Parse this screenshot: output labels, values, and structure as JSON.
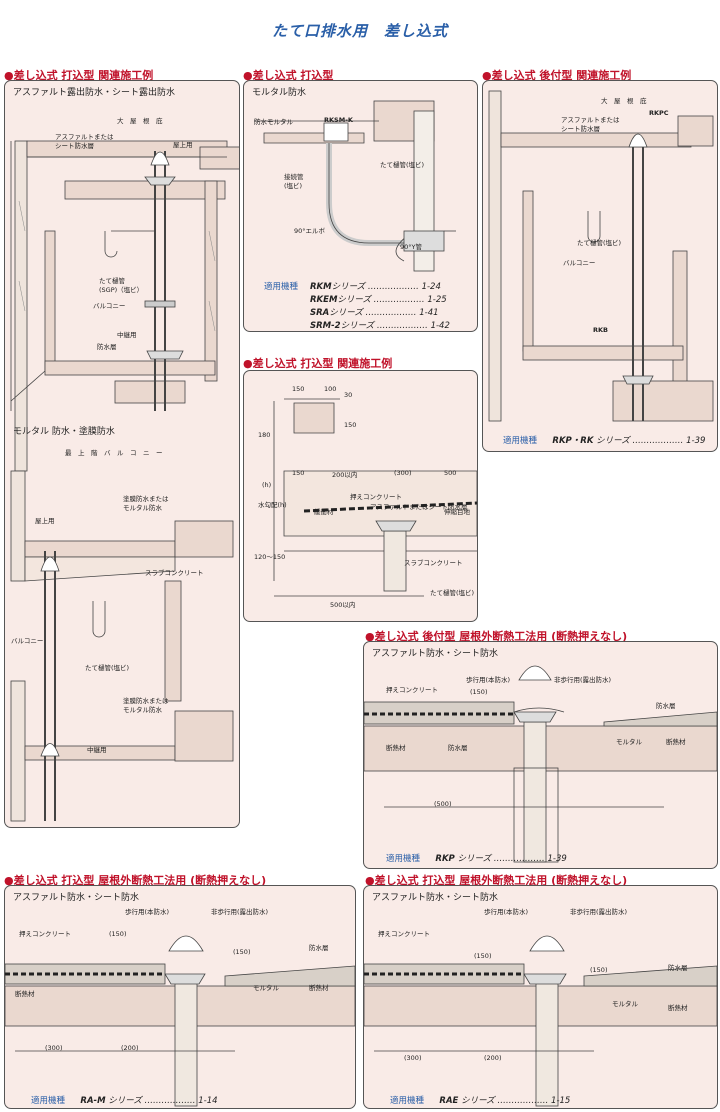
{
  "page_title": "たて口排水用　差し込式",
  "sections": {
    "s1": {
      "heading": "●差し込式 打込型 関連施工例",
      "sub1": "アスファルト露出防水・シート露出防水",
      "sub1_labels": [
        "大　屋　根　庇",
        "屋上用",
        "アスファルトまたは",
        "シート防水層",
        "たて樋管",
        "(SGP)（塩ビ）",
        "バルコニー",
        "中継用",
        "防水層"
      ],
      "sub2": "モルタル 防水・塗膜防水",
      "sub2_labels": [
        "最　上　階　バ　ル　コ　ニ　ー",
        "塗膜防水または",
        "モルタル防水",
        "屋上用",
        "スラブコンクリート",
        "バルコニー",
        "たて樋管(塩ビ)",
        "塗膜防水または",
        "モルタル防水",
        "中継用"
      ]
    },
    "s2": {
      "heading": "●差し込式 打込型",
      "sub": "モルタル防水",
      "labels": [
        "防水モルタル",
        "RKSM-K",
        "接続管",
        "(塩ビ)",
        "たて樋管(塩ビ)",
        "90°エルボ",
        "90°Y管"
      ],
      "models_label": "適用機種",
      "models": [
        {
          "name": "RKM",
          "suffix": "シリーズ",
          "page": "1-24"
        },
        {
          "name": "RKEM",
          "suffix": "シリーズ",
          "page": "1-25"
        },
        {
          "name": "SRA",
          "suffix": "シリーズ",
          "page": "1-41"
        },
        {
          "name": "SRM-2",
          "suffix": "シリーズ",
          "page": "1-42"
        }
      ]
    },
    "s3": {
      "heading": "●差し込式 後付型 関連施工例",
      "labels": [
        "大　屋　根　庇",
        "RKPC",
        "アスファルトまたは",
        "シート防水層",
        "たて樋管(塩ビ)",
        "バルコニー",
        "RKB"
      ],
      "models_label": "適用機種",
      "model": "RKP・RK",
      "model_suffix": "シリーズ",
      "page": "1-39"
    },
    "s4": {
      "heading": "●差し込式 打込型 関連施工例",
      "dims": [
        "150",
        "100",
        "180",
        "150",
        "200以内",
        "(300)",
        "500",
        "120～150",
        "500以内",
        "(h)",
        "30",
        "150"
      ],
      "vertical_label": "水勾配(h)",
      "labels": [
        "押えコンクリート",
        "アスファルトまたはシート防水層",
        "伸縮目地",
        "緩衝材",
        "スラブコンクリート",
        "たて樋管(塩ビ)"
      ]
    },
    "s5": {
      "heading": "●差し込式 後付型 屋根外断熱工法用 (断熱押えなし)",
      "sub": "アスファルト防水・シート防水",
      "labels": [
        "歩行用(本防水)",
        "非歩行用(露出防水)",
        "押えコンクリート",
        "(150)",
        "防水層",
        "断熱材",
        "防水層",
        "モルタル",
        "断熱材",
        "(500)"
      ],
      "models_label": "適用機種",
      "model": "RKP",
      "model_suffix": "シリーズ",
      "page": "1-39"
    },
    "s6": {
      "heading": "●差し込式 打込型 屋根外断熱工法用 (断熱押えなし)",
      "sub": "アスファルト防水・シート防水",
      "labels": [
        "歩行用(本防水)",
        "非歩行用(露出防水)",
        "押えコンクリート",
        "(150)",
        "(150)",
        "防水層",
        "断熱材",
        "モルタル",
        "断熱材",
        "(300)",
        "(200)"
      ],
      "models_label": "適用機種",
      "model": "RA-M",
      "model_suffix": "シリーズ",
      "page": "1-14"
    },
    "s7": {
      "heading": "●差し込式 打込型 屋根外断熱工法用 (断熱押えなし)",
      "sub": "アスファルト防水・シート防水",
      "labels": [
        "歩行用(本防水)",
        "非歩行用(露出防水)",
        "押えコンクリート",
        "(150)",
        "(150)",
        "防水層",
        "モルタル",
        "断熱材",
        "(300)",
        "(200)"
      ],
      "models_label": "適用機種",
      "model": "RAE",
      "model_suffix": "シリーズ",
      "page": "1-15"
    }
  },
  "colors": {
    "panel_bg": "#f9ebe7",
    "heading_red": "#c0122a",
    "title_blue": "#2a5fa8"
  }
}
